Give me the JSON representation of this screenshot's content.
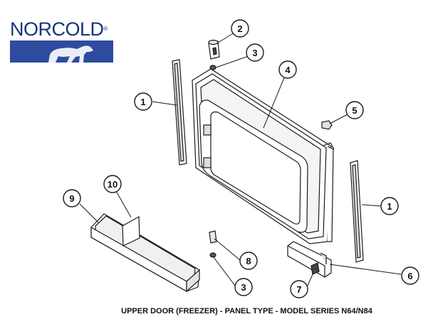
{
  "logo": {
    "text": "NORCOLD",
    "mark": "®",
    "brand_color": "#16347a",
    "band_color": "#2f4ba0"
  },
  "caption": "UPPER DOOR (FREEZER) - PANEL TYPE - MODEL SERIES N64/N84",
  "callouts": [
    {
      "id": "c1a",
      "label": "1"
    },
    {
      "id": "c2",
      "label": "2"
    },
    {
      "id": "c3a",
      "label": "3"
    },
    {
      "id": "c4",
      "label": "4"
    },
    {
      "id": "c5",
      "label": "5"
    },
    {
      "id": "c1b",
      "label": "1"
    },
    {
      "id": "c9",
      "label": "9"
    },
    {
      "id": "c10",
      "label": "10"
    },
    {
      "id": "c8",
      "label": "8"
    },
    {
      "id": "c3b",
      "label": "3"
    },
    {
      "id": "c6",
      "label": "6"
    },
    {
      "id": "c7",
      "label": "7"
    }
  ],
  "colors": {
    "line": "#1a1a1a",
    "part_fill": "#ffffff",
    "shade": "#cfcfcf"
  }
}
